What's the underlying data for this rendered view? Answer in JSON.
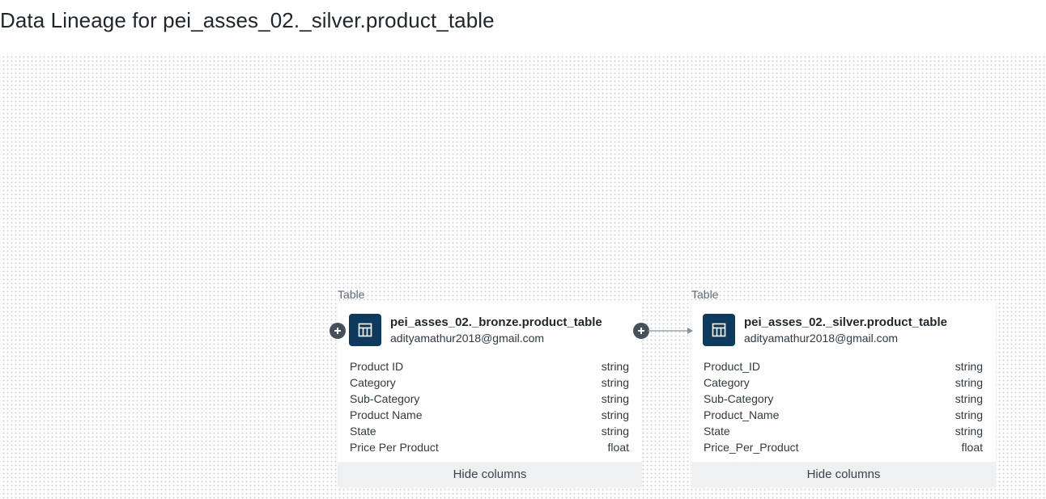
{
  "page": {
    "title": "Data Lineage for pei_asses_02._silver.product_table"
  },
  "nodes": [
    {
      "type_label": "Table",
      "name": "pei_asses_02._bronze.product_table",
      "owner": "adityamathur2018@gmail.com",
      "icon": "table-icon",
      "columns": [
        {
          "name": "Product ID",
          "type": "string"
        },
        {
          "name": "Category",
          "type": "string"
        },
        {
          "name": "Sub-Category",
          "type": "string"
        },
        {
          "name": "Product Name",
          "type": "string"
        },
        {
          "name": "State",
          "type": "string"
        },
        {
          "name": "Price Per Product",
          "type": "float"
        }
      ],
      "toggle_label": "Hide columns"
    },
    {
      "type_label": "Table",
      "name": "pei_asses_02._silver.product_table",
      "owner": "adityamathur2018@gmail.com",
      "icon": "table-icon",
      "columns": [
        {
          "name": "Product_ID",
          "type": "string"
        },
        {
          "name": "Category",
          "type": "string"
        },
        {
          "name": "Sub-Category",
          "type": "string"
        },
        {
          "name": "Product_Name",
          "type": "string"
        },
        {
          "name": "State",
          "type": "string"
        },
        {
          "name": "Price_Per_Product",
          "type": "float"
        }
      ],
      "toggle_label": "Hide columns"
    }
  ],
  "icons": {
    "expand": "plus-circle-icon",
    "edge": "arrow-right-icon"
  },
  "colors": {
    "icon_bg": "#0e3a5e",
    "expand_bg": "#46505a",
    "footer_bg": "#eef0f2",
    "edge": "#8a949c"
  }
}
